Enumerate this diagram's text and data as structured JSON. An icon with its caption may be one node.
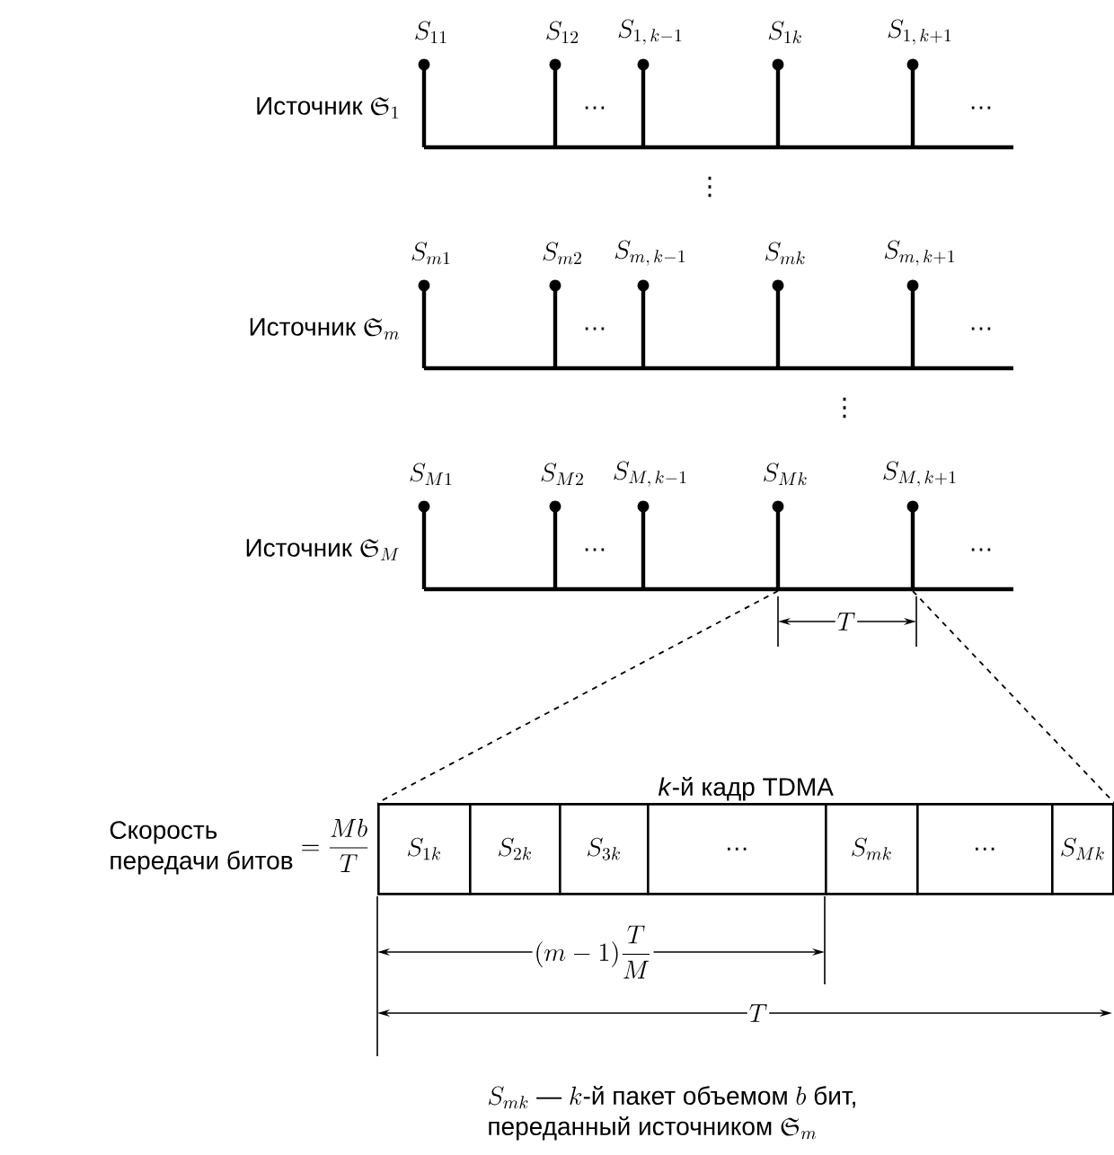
{
  "diagram": {
    "nodes": [
      {
        "text": [
          "*k*-й кадр TDMA"
        ]
      },
      {
        "text": [
          "S_{1k}"
        ],
        "in": 0
      },
      {
        "text": [
          "S_{2k}"
        ],
        "in": 0
      },
      {
        "text": [
          "S_{3k}"
        ],
        "in": 0
      },
      {
        "text": [
          "…"
        ],
        "in": 0
      },
      {
        "text": [
          "S_{mk}"
        ],
        "in": 0
      },
      {
        "text": [
          "…"
        ],
        "in": 0
      },
      {
        "text": [
          "S_{Mk}"
        ],
        "in": 0
      },
      {
        "text": [],
        "shape": "bar"
      },
      {
        "text": [],
        "shape": "bar"
      }
    ],
    "edges": [
      {
        "from": 8,
        "to": 0,
        "arrow": "none",
        "style": "dashed"
      },
      {
        "from": 9,
        "to": 0,
        "arrow": "none",
        "style": "dashed"
      }
    ],
    "labels": [
      "S_{11}",
      "S_{12}",
      "S_{1,\\,k-1}",
      "S_{1k}",
      "S_{1,\\,k+1}",
      "\\text{Источник }\\mathfrak{S}_1",
      "…",
      "…",
      "⋮",
      "S_{m1}",
      "S_{m2}",
      "S_{m,\\,k-1}",
      "S_{mk}",
      "S_{m,\\,k+1}",
      "\\text{Источник }\\mathfrak{S}_m",
      "…",
      "…",
      "⋮",
      "S_{M1}",
      "S_{M2}",
      "S_{M,\\,k-1}",
      "S_{Mk}",
      "S_{M,\\,k+1}",
      "\\text{Источник }\\mathfrak{S}_M",
      "…",
      "…",
      "T",
      "\\begin{array}{@{}l@{}}\\text{Скорость}\\\\ \\text{передачи битов}\\end{array}=\\dfrac{Mb}{T}",
      "(m-1)\\dfrac{T}{M}",
      "T",
      "\\begin{array}{@{}l@{}}S_{mk}\\ \\text{— }k\\text{-й пакет объемом }b\\text{ бит,}\\\\ \\text{переданный источником }\\mathfrak{S}_m\\end{array}"
    ]
  }
}
